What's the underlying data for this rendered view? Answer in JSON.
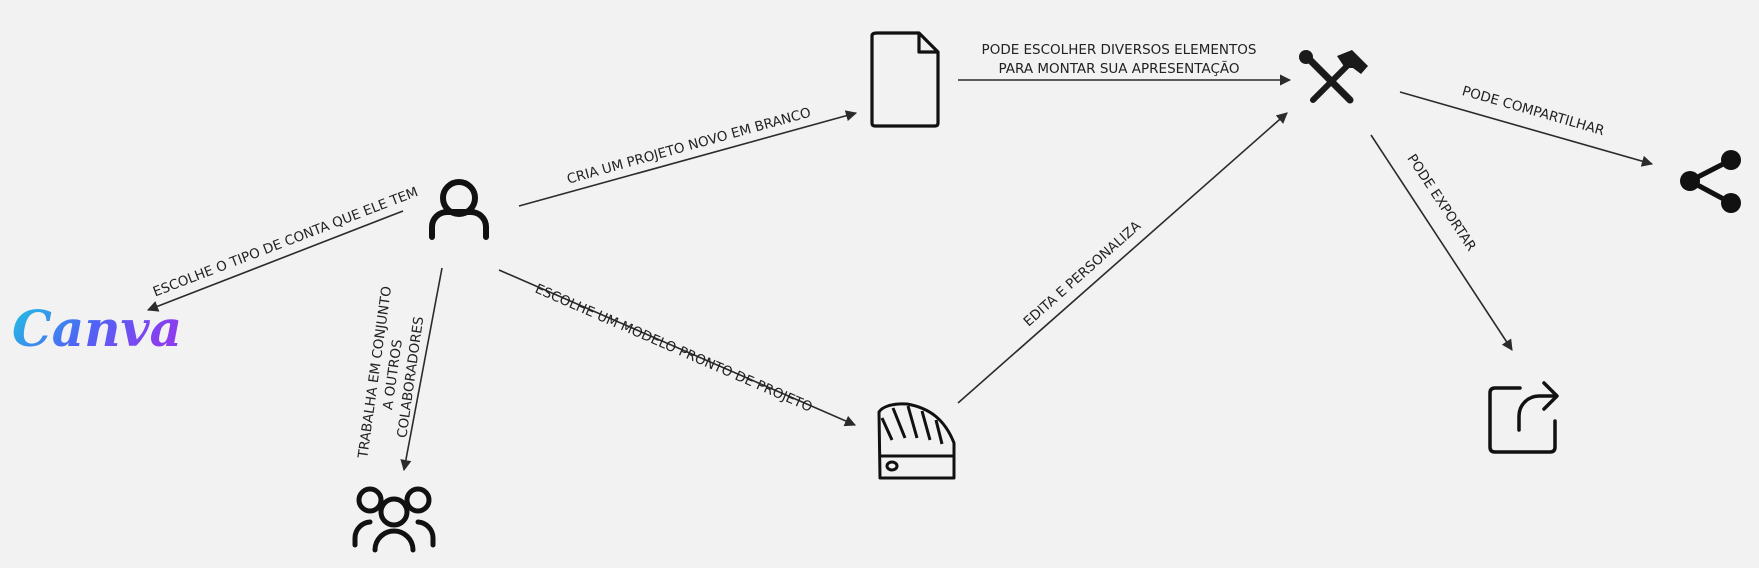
{
  "logo": {
    "text": "Canva",
    "colors": [
      "#1ec8e1",
      "#4e64f5",
      "#8b3df0"
    ]
  },
  "icons": {
    "user": "user-icon",
    "document": "document-icon",
    "tools": "tools-icon",
    "share": "share-icon",
    "export": "export-icon",
    "template": "color-swatch-icon",
    "group": "group-icon"
  },
  "edges": {
    "account_type": "ESCOLHE O TIPO DE CONTA QUE ELE TEM",
    "new_project": "CRIA UM PROJETO NOVO EM BRANCO",
    "elements_line1": "PODE ESCOLHER DIVERSOS ELEMENTOS",
    "elements_line2": "PARA MONTAR SUA APRESENTAÇÃO",
    "share": "PODE COMPARTILHAR",
    "export": "PODE EXPORTAR",
    "template": "ESCOLHE UM MODELO PRONTO DE PROJETO",
    "customize": "EDITA E PERSONALIZA",
    "collab_line1": "TRABALHA EM CONJUNTO",
    "collab_line2": "A OUTROS",
    "collab_line3": "COLABORADORES"
  }
}
